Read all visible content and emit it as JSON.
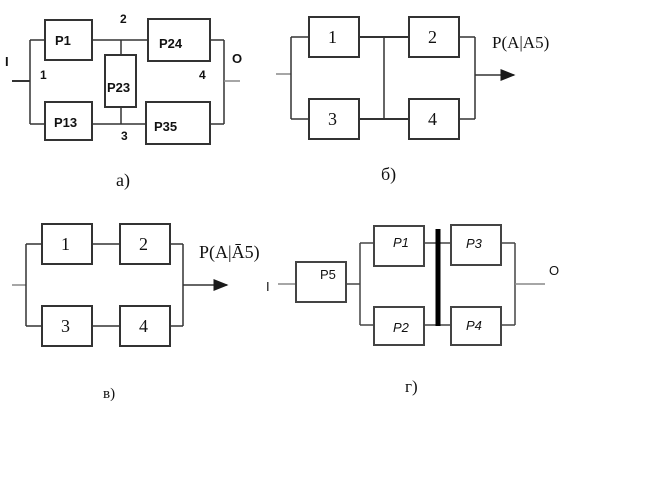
{
  "a": {
    "label": "а)",
    "input_label": "I",
    "output_label": "O",
    "nodes": {
      "n1": "1",
      "n2": "2",
      "n3": "3",
      "n4": "4"
    },
    "blocks": {
      "p1": "P1",
      "p24": "P24",
      "p23": "P23",
      "p13": "P13",
      "p35": "P35"
    }
  },
  "b": {
    "label": "б)",
    "output_text": "P(A|A5)",
    "blocks": {
      "b1": "1",
      "b2": "2",
      "b3": "3",
      "b4": "4"
    }
  },
  "v": {
    "label": "в)",
    "output_text": "P(A|Ā5)",
    "blocks": {
      "b1": "1",
      "b2": "2",
      "b3": "3",
      "b4": "4"
    }
  },
  "g": {
    "label": "г)",
    "input_label": "I",
    "output_label": "O",
    "blocks": {
      "p5": "P5",
      "p1": "P1",
      "p2": "P2",
      "p3": "P3",
      "p4": "P4"
    }
  },
  "colors": {
    "line": "#1a1a1a",
    "gray_line": "#8a8a8a"
  }
}
